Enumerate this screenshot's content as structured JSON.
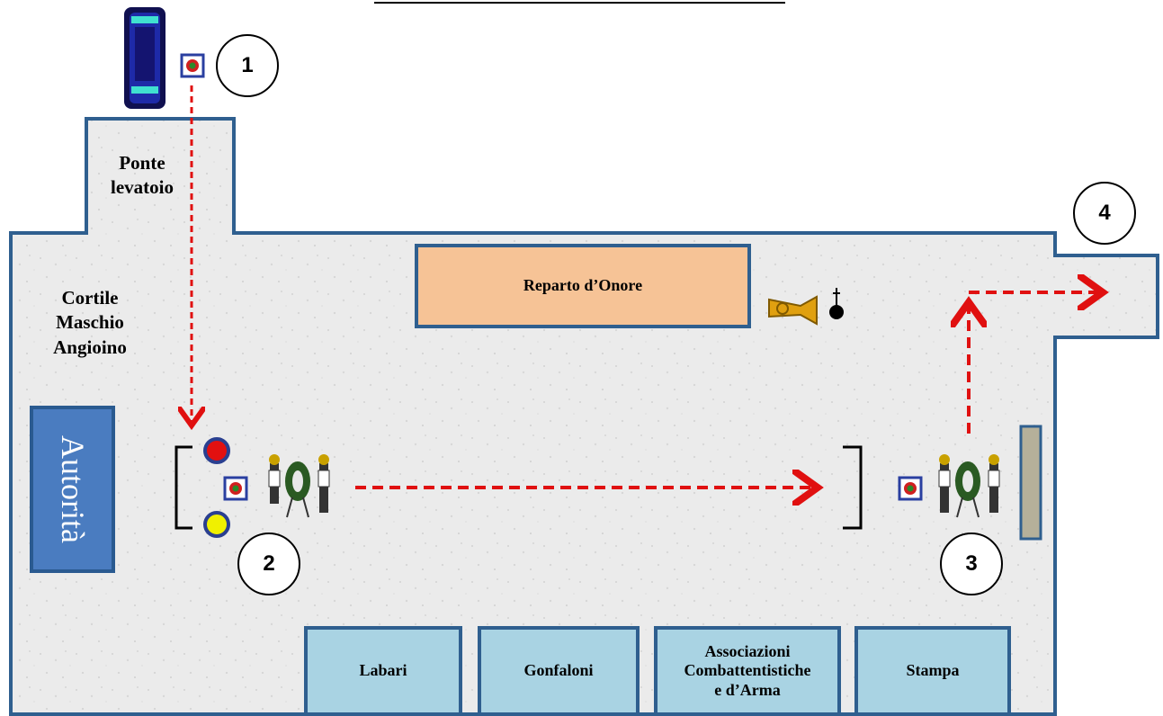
{
  "diagram": {
    "zones": {
      "drawbridge": "Ponte\nlevatoio",
      "courtyard": "Cortile\nMaschio\nAngioino"
    },
    "areas": {
      "honor_guard": "Reparto d’Onore",
      "authorities": "Autorità",
      "banners": "Labari",
      "gonfalons": "Gonfaloni",
      "associations": "Associazioni\nCombattentistiche\ne d’Arma",
      "press": "Stampa"
    },
    "steps": [
      "1",
      "2",
      "3",
      "4"
    ],
    "colors": {
      "floor": "#e9e9e9",
      "outline": "#2f5f8f",
      "honor_guard_fill": "#f6c396",
      "authorities_fill": "#4a7cc0",
      "bottom_areas_fill": "#a9d3e3",
      "route": "#e01010"
    }
  }
}
